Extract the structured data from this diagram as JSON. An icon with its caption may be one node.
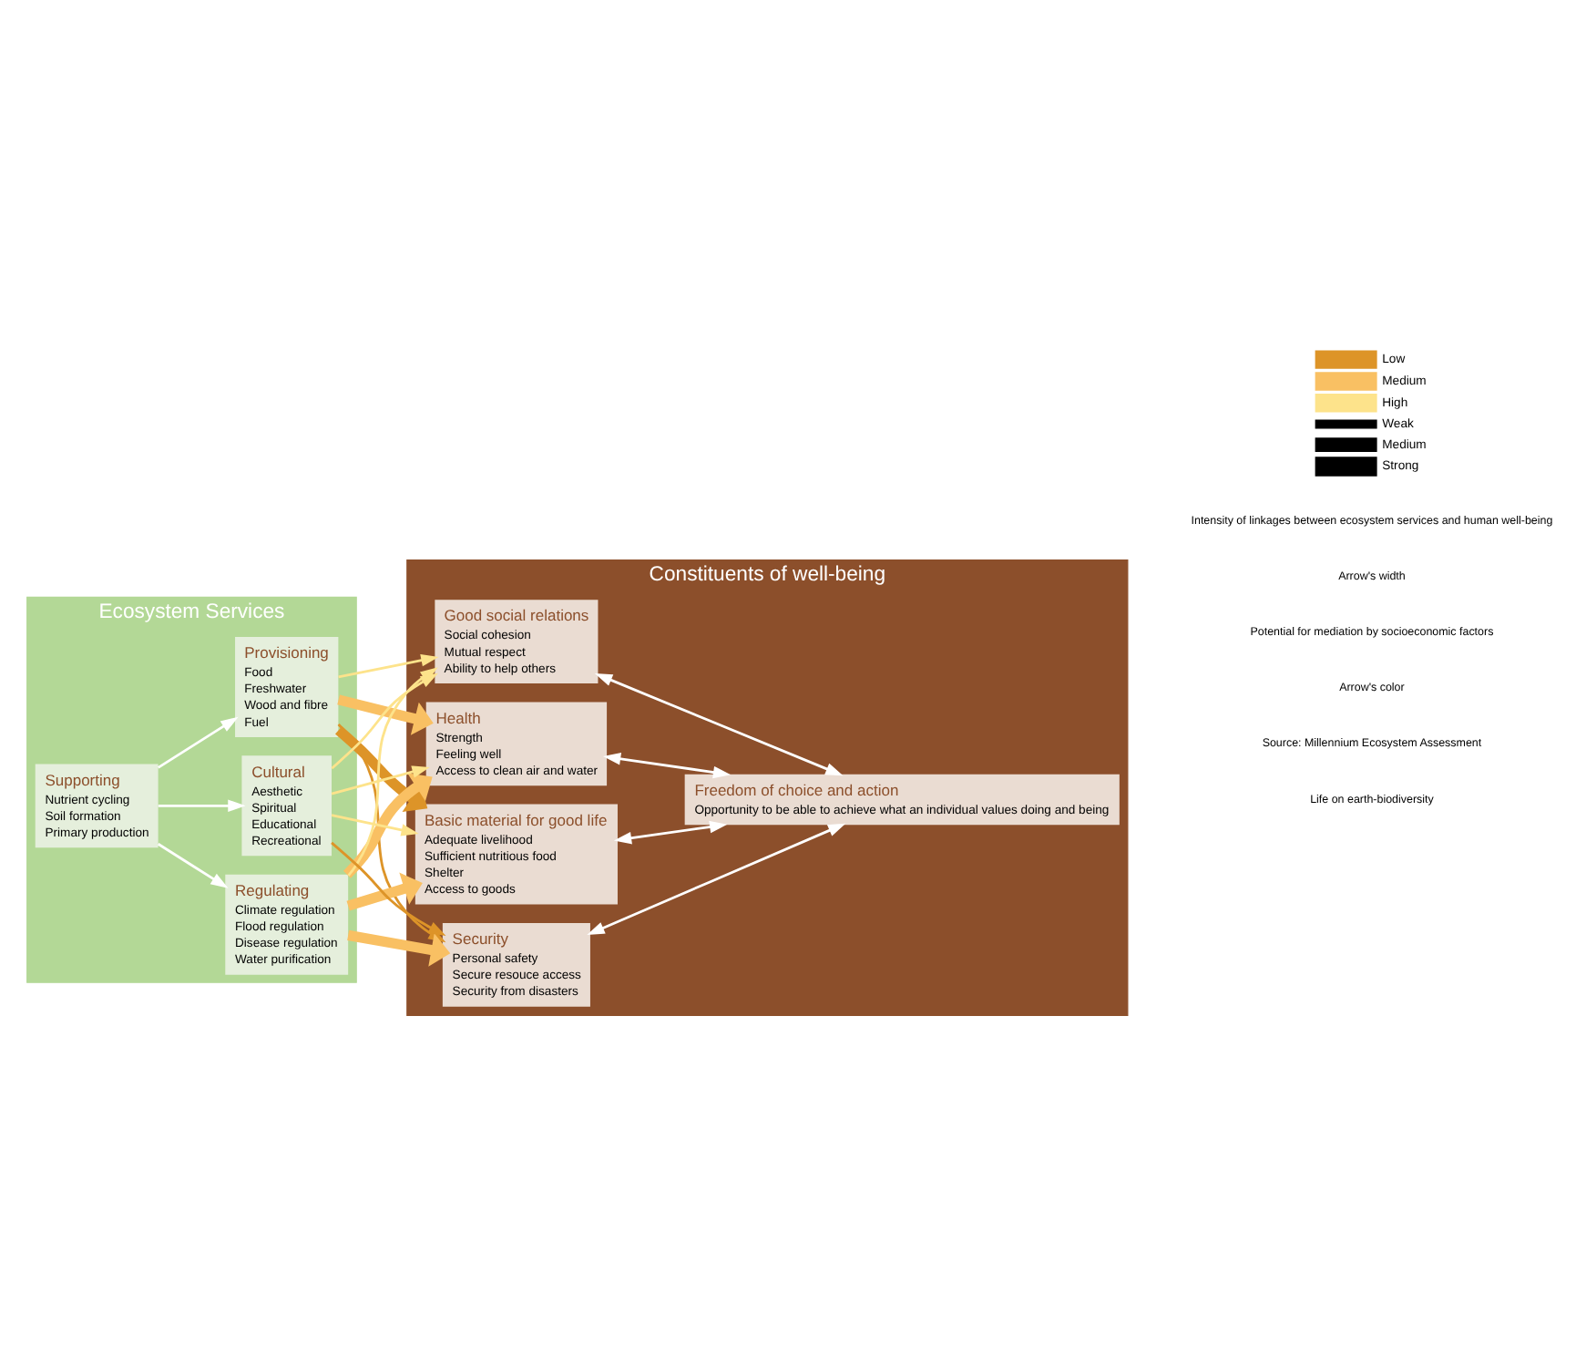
{
  "diagram": {
    "nodes": [
      {
        "text": [
          "Ecosystem Services"
        ]
      },
      {
        "text": [
          "Supporting",
          "Nutrient cycling",
          "Soil formation",
          "Primary production"
        ],
        "in": 0
      },
      {
        "text": [
          "Provisioning",
          "Food",
          "Freshwater",
          "Wood and fibre",
          "Fuel"
        ],
        "in": 0
      },
      {
        "text": [
          "Regulating",
          "Climate regulation",
          "Flood regulation",
          "Disease regulation",
          "Water purification"
        ],
        "in": 0
      },
      {
        "text": [
          "Cultural",
          "Aesthetic",
          "Spiritual",
          "Educational",
          "Recreational"
        ],
        "in": 0
      },
      {
        "text": [
          "Constituents of well-being"
        ]
      },
      {
        "text": [
          "Security",
          "Personal safety",
          "Secure resouce access",
          "Security from disasters"
        ],
        "in": 5
      },
      {
        "text": [
          "Basic material for good life",
          "Adequate livelihood",
          "Sufficient nutritious food",
          "Shelter",
          "Access to goods"
        ],
        "in": 5
      },
      {
        "text": [
          "Health",
          "Strength",
          "Feeling well",
          "Access to clean air and water"
        ],
        "in": 5
      },
      {
        "text": [
          "Good social relations",
          "Social cohesion",
          "Mutual respect",
          "Ability to help others"
        ],
        "in": 5
      },
      {
        "text": [
          "Freedom of choice and action",
          "Opportunity to be able to achieve what an individual values doing and being"
        ],
        "in": 5
      }
    ],
    "edges": [
      {
        "from": 1,
        "to": 2,
        "arrow": "to"
      },
      {
        "from": 1,
        "to": 3,
        "arrow": "to"
      },
      {
        "from": 1,
        "to": 4,
        "arrow": "to"
      },
      {
        "from": 2,
        "to": 6,
        "arrow": "to",
        "color": "#dd9428"
      },
      {
        "from": 2,
        "to": 7,
        "arrow": "to",
        "style": "thick",
        "color": "#dd9428"
      },
      {
        "from": 2,
        "to": 8,
        "arrow": "to",
        "style": "thick",
        "color": "#f9c063"
      },
      {
        "from": 2,
        "to": 9,
        "arrow": "to",
        "color": "#fde38b"
      },
      {
        "from": 3,
        "to": 6,
        "arrow": "to",
        "style": "thick",
        "color": "#f9c063"
      },
      {
        "from": 3,
        "to": 7,
        "arrow": "to",
        "style": "thick",
        "color": "#f9c063"
      },
      {
        "from": 3,
        "to": 8,
        "arrow": "to",
        "style": "thick",
        "color": "#f9c063"
      },
      {
        "from": 3,
        "to": 9,
        "arrow": "to",
        "color": "#fde38b"
      },
      {
        "from": 4,
        "to": 6,
        "arrow": "to",
        "color": "#dd9428"
      },
      {
        "from": 4,
        "to": 7,
        "arrow": "to",
        "color": "#fde38b"
      },
      {
        "from": 4,
        "to": 8,
        "arrow": "to",
        "color": "#fde38b"
      },
      {
        "from": 4,
        "to": 9,
        "arrow": "to",
        "color": "#fde38b"
      },
      {
        "from": 6,
        "to": 10,
        "arrow": "both"
      },
      {
        "from": 7,
        "to": 10,
        "arrow": "both"
      },
      {
        "from": 8,
        "to": 10,
        "arrow": "both"
      },
      {
        "from": 9,
        "to": 10,
        "arrow": "both"
      }
    ],
    "labels": [
      "Life on earth-biodiversity",
      "Source: Millennium Ecosystem Assessment",
      "Arrow's color",
      "Potential for mediation by socioeconomic factors",
      "Arrow's width",
      "Intensity of linkages between ecosystem services and human well-being"
    ],
    "legend": [
      {
        "text": "Low",
        "color": "#dd9428"
      },
      {
        "text": "Medium",
        "color": "#f9c063"
      },
      {
        "text": "High",
        "color": "#fde38b"
      },
      {
        "text": "Weak"
      },
      {
        "text": "Medium"
      },
      {
        "text": "Strong"
      }
    ]
  }
}
